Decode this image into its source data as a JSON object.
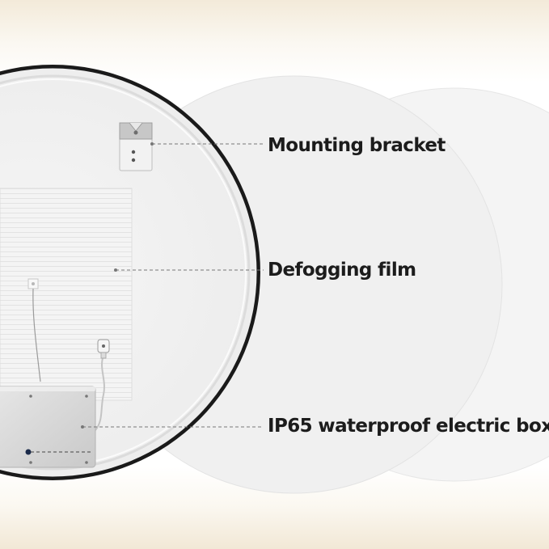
{
  "callouts": {
    "mounting_bracket": "Mounting bracket",
    "defogging_film": "Defogging film",
    "electric_box": "IP65 waterproof electric box"
  },
  "colors": {
    "mirror_frame": "#1a1a1a",
    "background_discs": "#f1f1f1",
    "label_text": "#1c1c1c",
    "leader_line": "#777777"
  }
}
